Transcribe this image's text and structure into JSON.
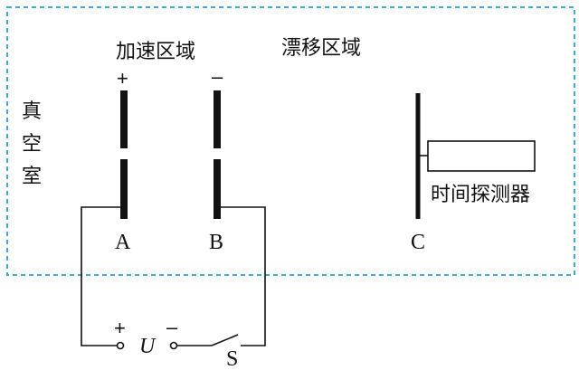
{
  "colors": {
    "chamber_border": "#3fa9d0",
    "ink": "#111111"
  },
  "labels": {
    "accel_region": "加速区域",
    "drift_region": "漂移区域",
    "vacuum_chamber": [
      "真",
      "空",
      "室"
    ],
    "detector": "时间探测器",
    "plate_a": "A",
    "plate_b": "B",
    "plate_c": "C",
    "plus_a": "+",
    "minus_b": "–",
    "source_plus": "+",
    "source_minus": "–",
    "source_symbol": "U",
    "switch_symbol": "S"
  }
}
